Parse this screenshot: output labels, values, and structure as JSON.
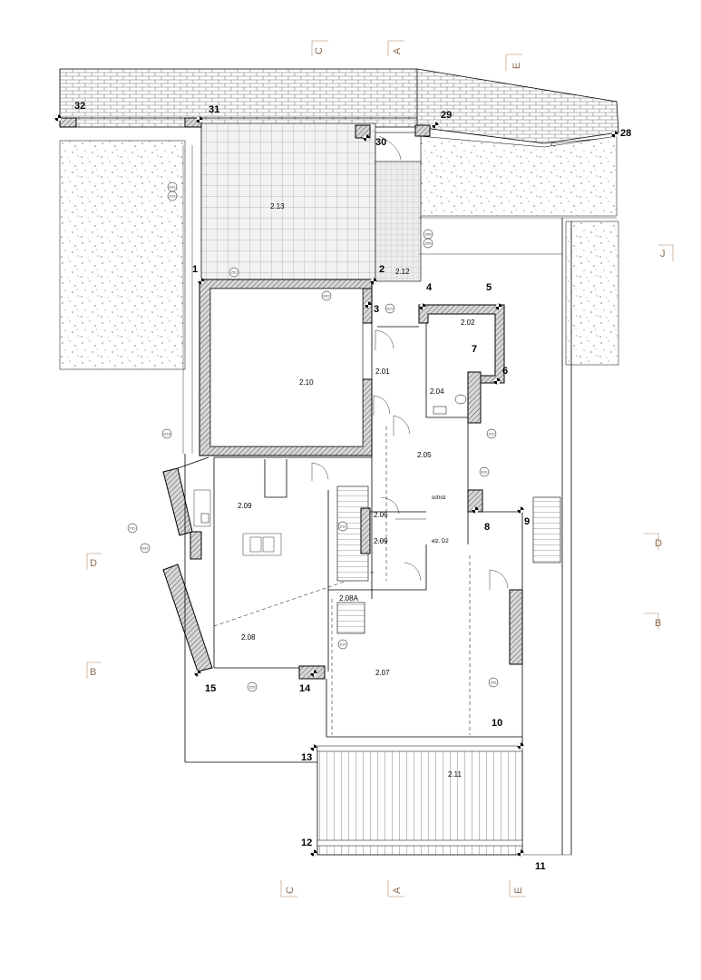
{
  "rooms": [
    {
      "label": "2.13"
    },
    {
      "label": "2.12"
    },
    {
      "label": "2.10"
    },
    {
      "label": "2.01"
    },
    {
      "label": "2.02"
    },
    {
      "label": "2.04"
    },
    {
      "label": "2.05"
    },
    {
      "label": "2.09"
    },
    {
      "label": "2.06"
    },
    {
      "label": "2.09"
    },
    {
      "label": "2.08A"
    },
    {
      "label": "2.08"
    },
    {
      "label": "2.07"
    },
    {
      "label": "2.11"
    }
  ],
  "points": [
    "1",
    "2",
    "3",
    "4",
    "5",
    "6",
    "7",
    "8",
    "9",
    "10",
    "11",
    "12",
    "13",
    "14",
    "15",
    "28",
    "29",
    "30",
    "31",
    "32"
  ],
  "sections": {
    "top": [
      "C",
      "A",
      "E"
    ],
    "bottom": [
      "C",
      "A",
      "E"
    ],
    "left": [
      "J",
      "D",
      "B"
    ],
    "right": [
      "J",
      "D",
      "B"
    ]
  },
  "notes": {
    "stairs": "schoz",
    "level": "elz. D2"
  },
  "tags": [
    "K01",
    "Z23",
    "T01",
    "K01",
    "D33",
    "Z12",
    "Z14",
    "Z25",
    "Z26",
    "K01",
    "Z23",
    "Z02",
    "K02",
    "D21",
    "Z08",
    "Z09"
  ]
}
